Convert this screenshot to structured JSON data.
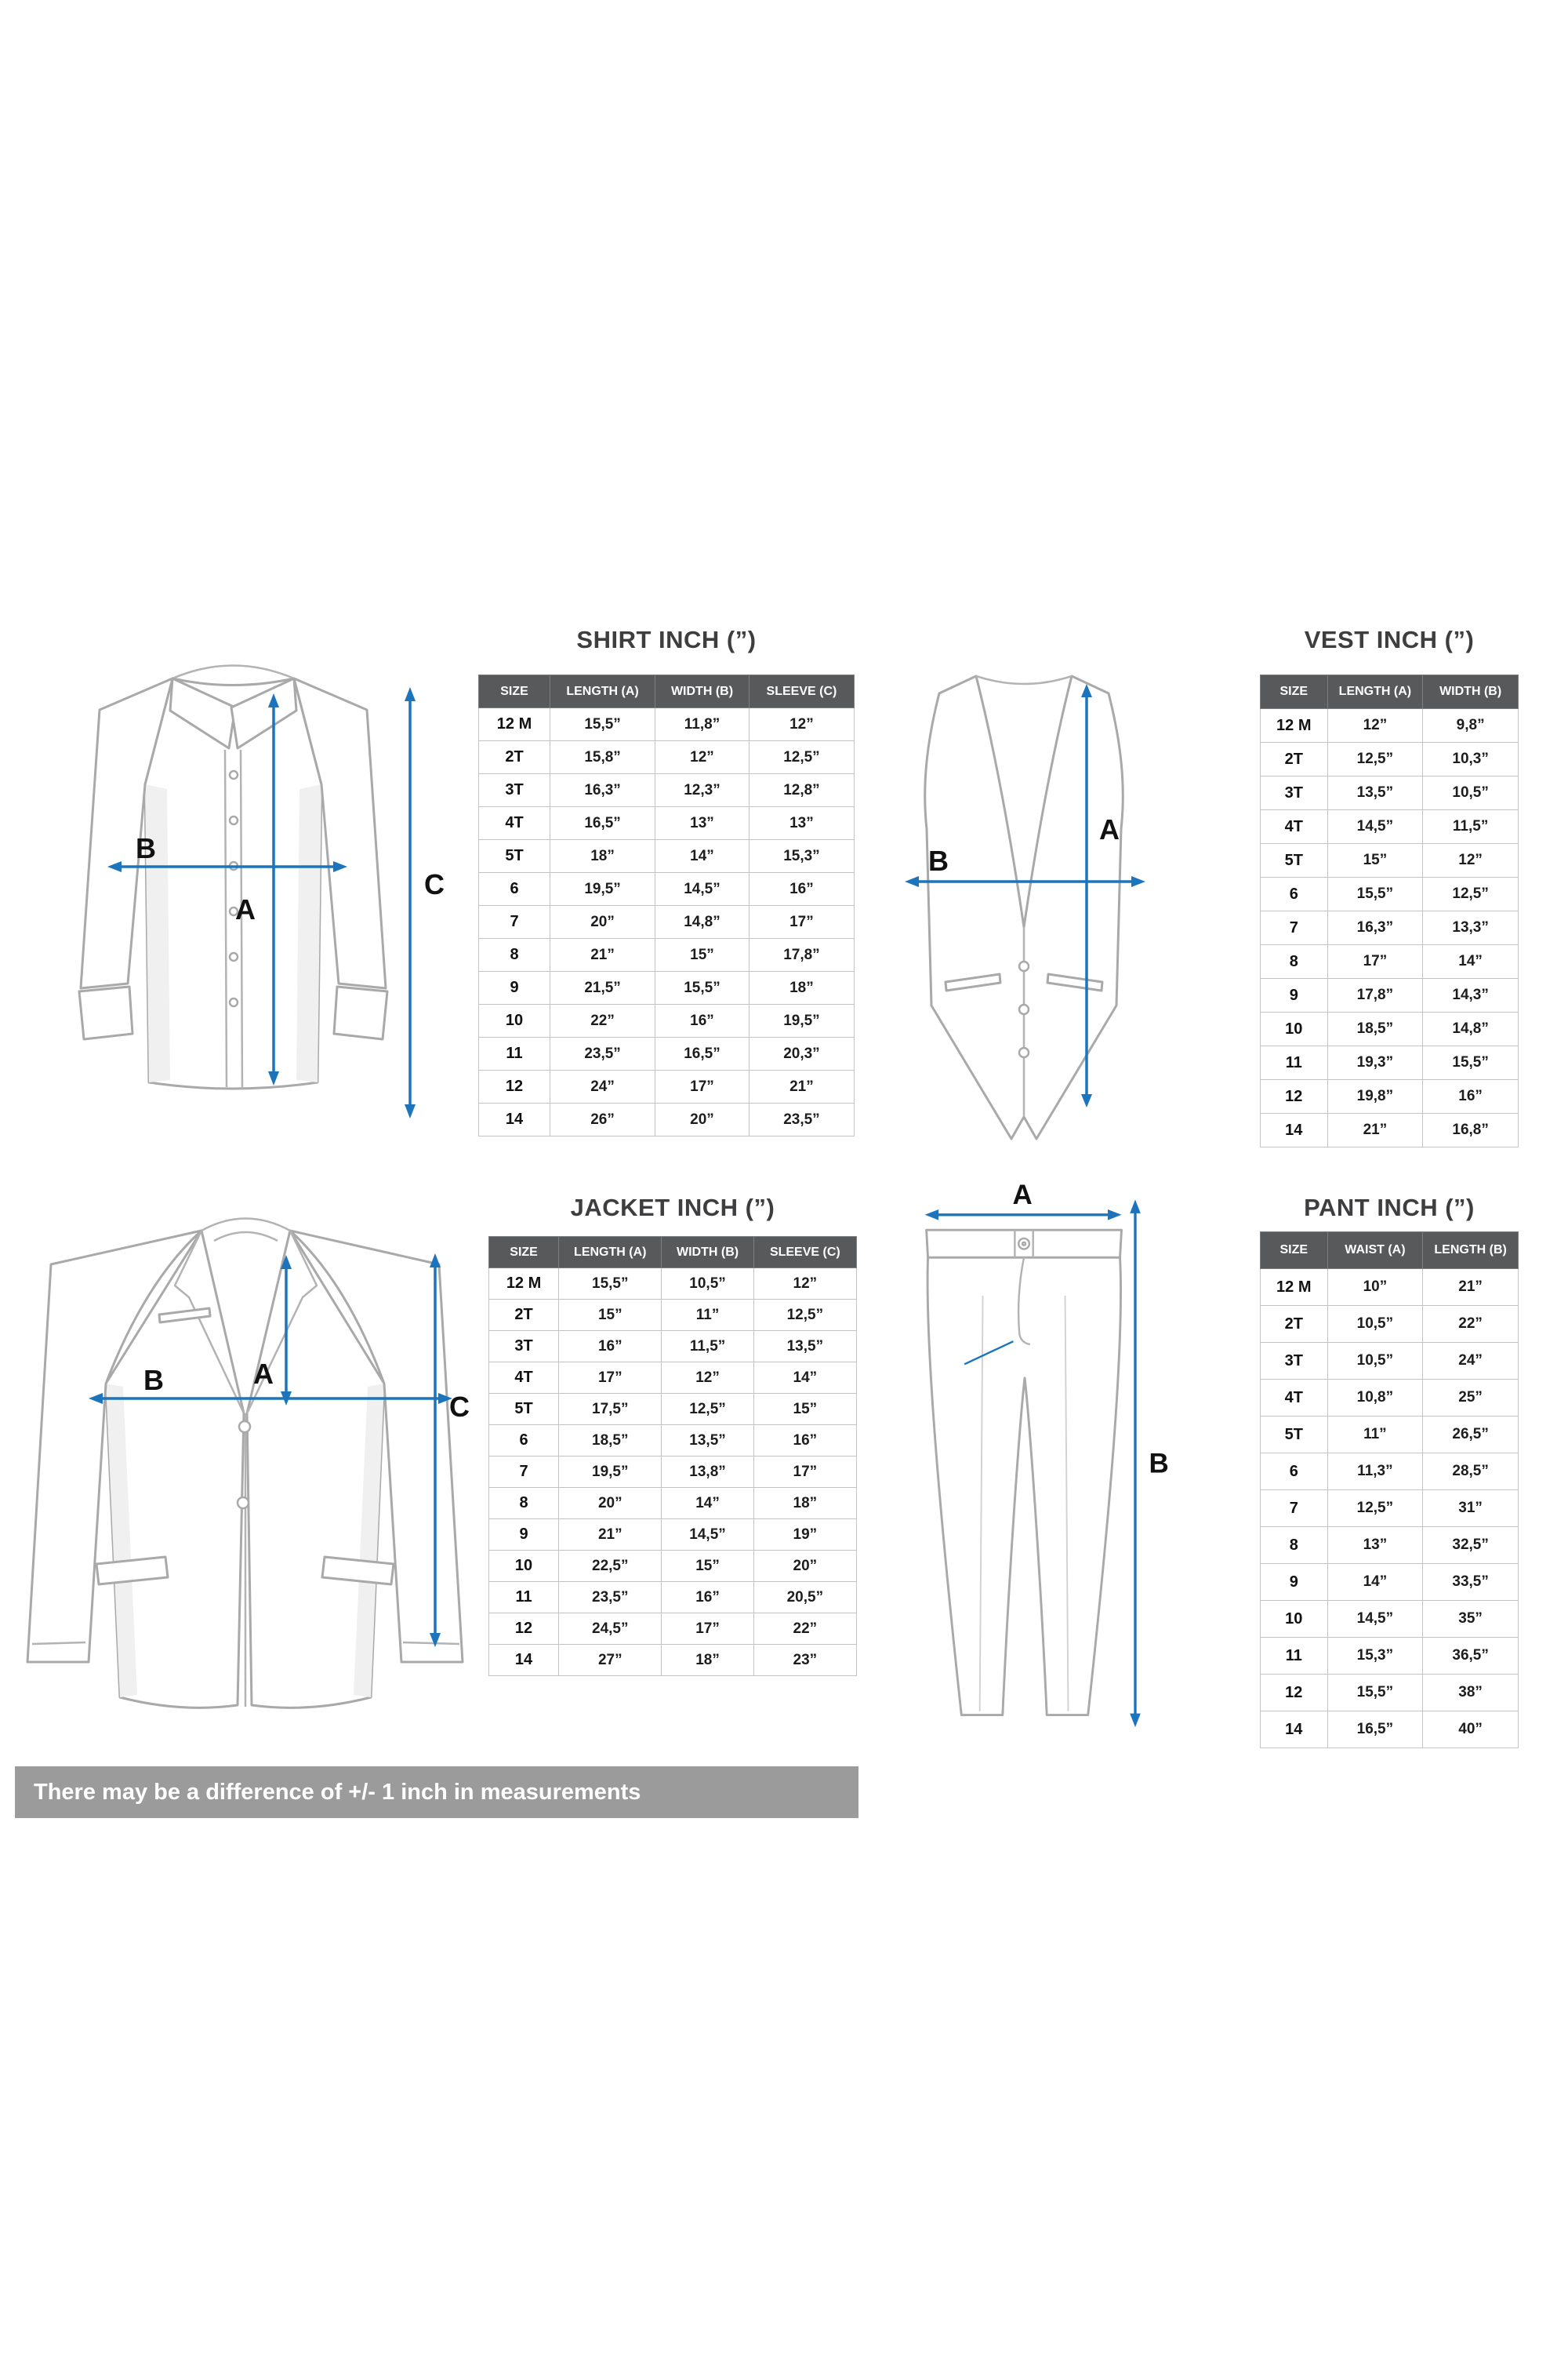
{
  "note": {
    "text": "There may be a difference of +/- 1 inch in measurements"
  },
  "colors": {
    "accent_blue": "#1c75bc",
    "table_header_bg": "#58595b",
    "note_bg": "#9b9b9b"
  },
  "tables": {
    "shirt": {
      "title": "SHIRT INCH (”)",
      "headers": [
        "SIZE",
        "LENGTH (A)",
        "WIDTH (B)",
        "SLEEVE (C)"
      ],
      "rows": [
        [
          "12 M",
          "15,5”",
          "11,8”",
          "12”"
        ],
        [
          "2T",
          "15,8”",
          "12”",
          "12,5”"
        ],
        [
          "3T",
          "16,3”",
          "12,3”",
          "12,8”"
        ],
        [
          "4T",
          "16,5”",
          "13”",
          "13”"
        ],
        [
          "5T",
          "18”",
          "14”",
          "15,3”"
        ],
        [
          "6",
          "19,5”",
          "14,5”",
          "16”"
        ],
        [
          "7",
          "20”",
          "14,8”",
          "17”"
        ],
        [
          "8",
          "21”",
          "15”",
          "17,8”"
        ],
        [
          "9",
          "21,5”",
          "15,5”",
          "18”"
        ],
        [
          "10",
          "22”",
          "16”",
          "19,5”"
        ],
        [
          "11",
          "23,5”",
          "16,5”",
          "20,3”"
        ],
        [
          "12",
          "24”",
          "17”",
          "21”"
        ],
        [
          "14",
          "26”",
          "20”",
          "23,5”"
        ]
      ]
    },
    "vest": {
      "title": "VEST INCH (”)",
      "headers": [
        "SIZE",
        "LENGTH (A)",
        "WIDTH (B)"
      ],
      "rows": [
        [
          "12 M",
          "12”",
          "9,8”"
        ],
        [
          "2T",
          "12,5”",
          "10,3”"
        ],
        [
          "3T",
          "13,5”",
          "10,5”"
        ],
        [
          "4T",
          "14,5”",
          "11,5”"
        ],
        [
          "5T",
          "15”",
          "12”"
        ],
        [
          "6",
          "15,5”",
          "12,5”"
        ],
        [
          "7",
          "16,3”",
          "13,3”"
        ],
        [
          "8",
          "17”",
          "14”"
        ],
        [
          "9",
          "17,8”",
          "14,3”"
        ],
        [
          "10",
          "18,5”",
          "14,8”"
        ],
        [
          "11",
          "19,3”",
          "15,5”"
        ],
        [
          "12",
          "19,8”",
          "16”"
        ],
        [
          "14",
          "21”",
          "16,8”"
        ]
      ]
    },
    "jacket": {
      "title": "JACKET INCH (”)",
      "headers": [
        "SIZE",
        "LENGTH (A)",
        "WIDTH (B)",
        "SLEEVE (C)"
      ],
      "rows": [
        [
          "12 M",
          "15,5”",
          "10,5”",
          "12”"
        ],
        [
          "2T",
          "15”",
          "11”",
          "12,5”"
        ],
        [
          "3T",
          "16”",
          "11,5”",
          "13,5”"
        ],
        [
          "4T",
          "17”",
          "12”",
          "14”"
        ],
        [
          "5T",
          "17,5”",
          "12,5”",
          "15”"
        ],
        [
          "6",
          "18,5”",
          "13,5”",
          "16”"
        ],
        [
          "7",
          "19,5”",
          "13,8”",
          "17”"
        ],
        [
          "8",
          "20”",
          "14”",
          "18”"
        ],
        [
          "9",
          "21”",
          "14,5”",
          "19”"
        ],
        [
          "10",
          "22,5”",
          "15”",
          "20”"
        ],
        [
          "11",
          "23,5”",
          "16”",
          "20,5”"
        ],
        [
          "12",
          "24,5”",
          "17”",
          "22”"
        ],
        [
          "14",
          "27”",
          "18”",
          "23”"
        ]
      ]
    },
    "pant": {
      "title": "PANT INCH (”)",
      "headers": [
        "SIZE",
        "WAIST (A)",
        "LENGTH (B)"
      ],
      "rows": [
        [
          "12 M",
          "10”",
          "21”"
        ],
        [
          "2T",
          "10,5”",
          "22”"
        ],
        [
          "3T",
          "10,5”",
          "24”"
        ],
        [
          "4T",
          "10,8”",
          "25”"
        ],
        [
          "5T",
          "11”",
          "26,5”"
        ],
        [
          "6",
          "11,3”",
          "28,5”"
        ],
        [
          "7",
          "12,5”",
          "31”"
        ],
        [
          "8",
          "13”",
          "32,5”"
        ],
        [
          "9",
          "14”",
          "33,5”"
        ],
        [
          "10",
          "14,5”",
          "35”"
        ],
        [
          "11",
          "15,3”",
          "36,5”"
        ],
        [
          "12",
          "15,5”",
          "38”"
        ],
        [
          "14",
          "16,5”",
          "40”"
        ]
      ]
    }
  },
  "diagrams": {
    "shirt": {
      "label_a": "A",
      "label_b": "B",
      "label_c": "C"
    },
    "vest": {
      "label_a": "A",
      "label_b": "B"
    },
    "jacket": {
      "label_a": "A",
      "label_b": "B",
      "label_c": "C"
    },
    "pant": {
      "label_a": "A",
      "label_b": "B"
    }
  }
}
